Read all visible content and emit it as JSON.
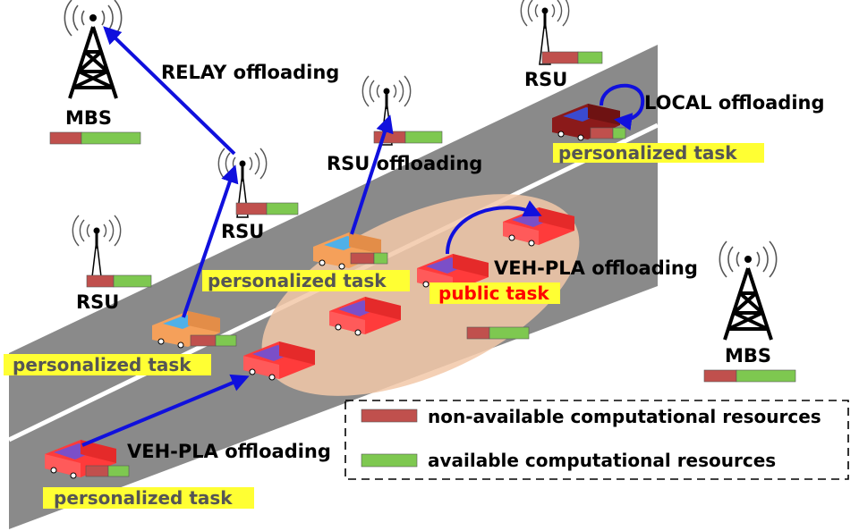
{
  "colors": {
    "road": "#8a8a8a",
    "lane": "#ffffff",
    "arrow": "#1010dd",
    "non_available": "#c0504d",
    "available": "#7ec850",
    "highlight": "#ffff33",
    "public_text": "#ff0000",
    "cluster": "#f2c8a8",
    "car_red": "#ff3b3b",
    "car_orange": "#f5a05a",
    "car_maroon": "#8b1a1a"
  },
  "stations": {
    "mbs_left": "MBS",
    "mbs_right": "MBS",
    "rsu_top_right": "RSU",
    "rsu_middle": "RSU",
    "rsu_left": "RSU"
  },
  "offloading": {
    "relay": "RELAY offloading",
    "rsu": "RSU offloading",
    "local": "LOCAL offloading",
    "veh_pla_upper": "VEH-PLA offloading",
    "veh_pla_lower": "VEH-PLA offloading"
  },
  "tasks": {
    "personalized_top_right": "personalized task",
    "personalized_middle": "personalized task",
    "personalized_left": "personalized task",
    "personalized_bottom": "personalized task",
    "public": "public task"
  },
  "legend": {
    "non_available": "non-available computational resources",
    "available": "available computational resources"
  }
}
